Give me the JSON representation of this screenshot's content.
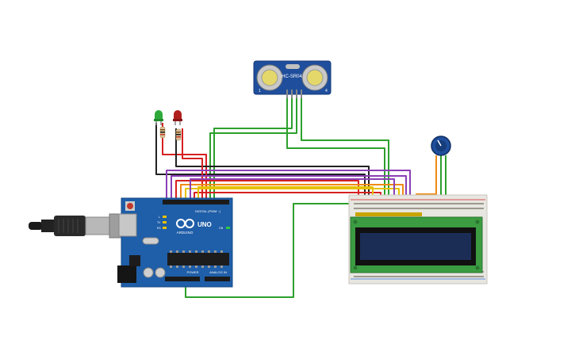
{
  "sensor": {
    "model": "HC-SR04",
    "pin_left": "1",
    "pin_right": "4"
  },
  "arduino": {
    "brand": "ARDUINO",
    "model": "UNO",
    "digital_label": "DIGITAL (PWM ~)",
    "power_label": "POWER",
    "analog_label": "ANALOG IN",
    "led_tx": "TX",
    "led_rx": "RX",
    "led_l": "L",
    "led_on": "ON"
  },
  "leds": [
    {
      "name": "green-led",
      "color": "#2eaa3a"
    },
    {
      "name": "red-led",
      "color": "#b01e1e"
    }
  ],
  "colors": {
    "board": "#1f5ea8",
    "lcd_pcb": "#3b9c41",
    "lcd_screen": "#1c2d55",
    "breadboard": "#e8e6e0",
    "wire_green": "#2ca02c",
    "wire_black": "#222222",
    "wire_red": "#d62020",
    "wire_purple": "#8a3fb5",
    "wire_orange": "#f08a12",
    "wire_yellow": "#e6c200",
    "wire_blue": "#2b6cd6"
  }
}
